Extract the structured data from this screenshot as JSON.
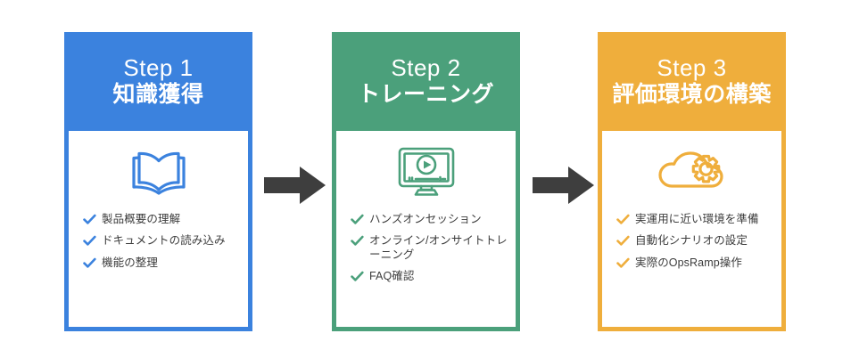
{
  "diagram": {
    "type": "three-step-process-flow",
    "arrow_color": "#3e3e3e",
    "arrow_icon": "arrow-right-icon",
    "steps": [
      {
        "step_label": "Step 1",
        "title": "知識獲得",
        "color": "#3b82de",
        "icon": "open-book-icon",
        "items": [
          "製品概要の理解",
          "ドキュメントの読み込み",
          "機能の整理"
        ]
      },
      {
        "step_label": "Step 2",
        "title": "トレーニング",
        "color": "#4ba07b",
        "icon": "monitor-play-video-icon",
        "items": [
          "ハンズオンセッション",
          "オンライン/オンサイトトレーニング",
          "FAQ確認"
        ]
      },
      {
        "step_label": "Step 3",
        "title": "評価環境の構築",
        "color": "#efae3c",
        "icon": "cloud-gear-icon",
        "items": [
          "実運用に近い環境を準備",
          "自動化シナリオの設定",
          "実際のOpsRamp操作"
        ]
      }
    ]
  }
}
